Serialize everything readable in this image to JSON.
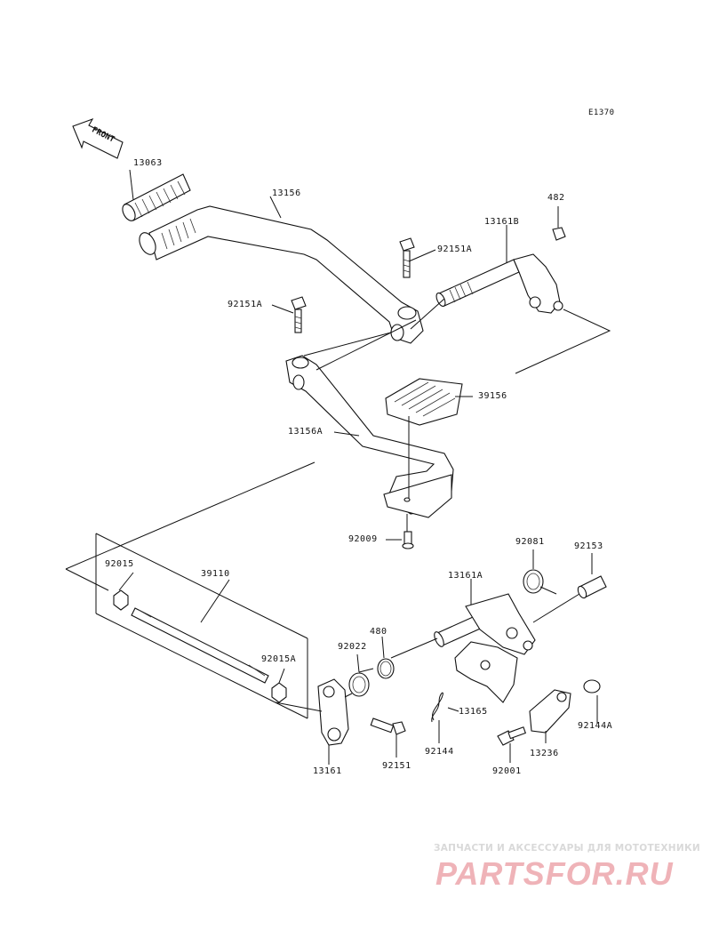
{
  "diagram_code": "E1370",
  "front_label": "FRONT",
  "parts": {
    "p13063": "13063",
    "p13156": "13156",
    "p92151A_top": "92151A",
    "p13161B": "13161B",
    "p482": "482",
    "p92151A_left": "92151A",
    "p39156": "39156",
    "p13156A": "13156A",
    "p92009": "92009",
    "p92081": "92081",
    "p92153": "92153",
    "p13161A": "13161A",
    "p92015": "92015",
    "p39110": "39110",
    "p480": "480",
    "p92022": "92022",
    "p92015A": "92015A",
    "p13165": "13165",
    "p92144A": "92144A",
    "p92144": "92144",
    "p13236": "13236",
    "p13161": "13161",
    "p92151": "92151",
    "p92001": "92001"
  },
  "watermark": {
    "line1": "ЗАПЧАСТИ И АКСЕССУАРЫ ДЛЯ МОТОТЕХНИКИ",
    "line2": "PARTSFOR.RU"
  }
}
